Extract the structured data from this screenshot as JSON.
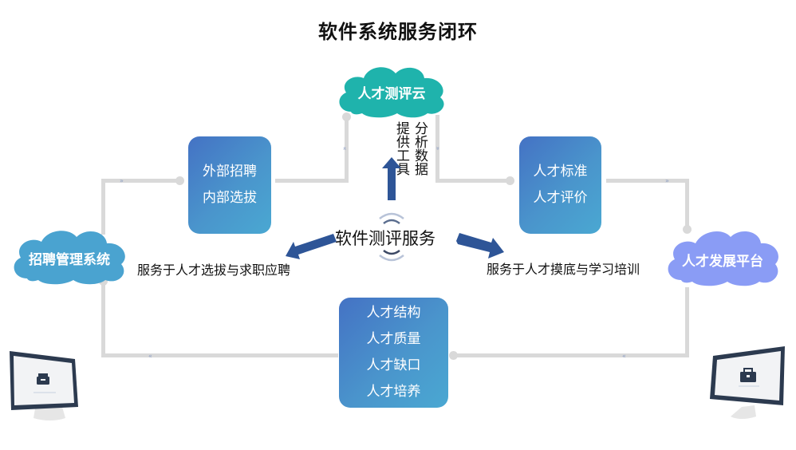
{
  "title": "软件系统服务闭环",
  "colors": {
    "box_gradient_start": "#4472c4",
    "box_gradient_end": "#4aa8d2",
    "cloud_top": "#1fb3ac",
    "cloud_left": "#4aa3d0",
    "cloud_right": "#8a9cf5",
    "connector": "#d9d9d9",
    "arrow": "#2e5597"
  },
  "clouds": {
    "top": {
      "label": "人才测评云"
    },
    "left": {
      "label": "招聘管理系统"
    },
    "right": {
      "label": "人才发展平台"
    }
  },
  "boxes": {
    "recruit": {
      "lines": [
        "外部招聘",
        "内部选拔"
      ]
    },
    "standard": {
      "lines": [
        "人才标准",
        "人才评价"
      ]
    },
    "talent": {
      "lines": [
        "人才结构",
        "人才质量",
        "人才缺口",
        "人才培养"
      ]
    }
  },
  "center": {
    "label": "软件测评服务",
    "up_left_text": "提供工具",
    "up_right_text": "分析数据",
    "left_text": "服务于人才选拔与求职应聘",
    "right_text": "服务于人才摸底与学习培训"
  },
  "icons": {
    "monitor_left": "monitor-toolbox-icon",
    "monitor_right": "monitor-briefcase-icon",
    "signal": "signal-waves-icon",
    "chevron": "»"
  }
}
